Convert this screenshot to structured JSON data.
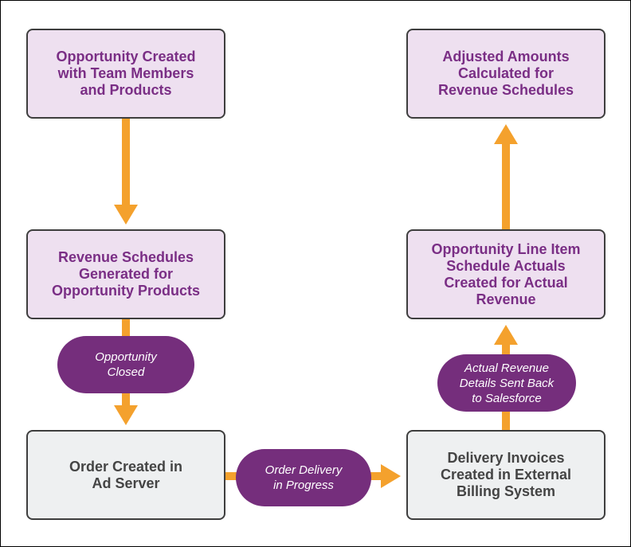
{
  "boxes": {
    "opportunity_created": "Opportunity Created\nwith Team Members\nand Products",
    "revenue_schedules": "Revenue Schedules\nGenerated for\nOpportunity Products",
    "order_created": "Order Created in\nAd Server",
    "delivery_invoices": "Delivery Invoices\nCreated in External\nBilling System",
    "line_item_actuals": "Opportunity Line Item\nSchedule Actuals\nCreated for Actual\nRevenue",
    "adjusted_amounts": "Adjusted Amounts\nCalculated for\nRevenue Schedules"
  },
  "pills": {
    "opportunity_closed": "Opportunity\nClosed",
    "order_delivery": "Order Delivery\nin Progress",
    "actual_revenue": "Actual Revenue\nDetails Sent Back\nto Salesforce"
  },
  "colors": {
    "box_purple_fill": "#eee0f0",
    "box_purple_text": "#7a2e85",
    "box_gray_fill": "#eef0f1",
    "box_gray_text": "#444444",
    "pill_fill": "#752e7c",
    "arrow": "#f4a12d"
  }
}
